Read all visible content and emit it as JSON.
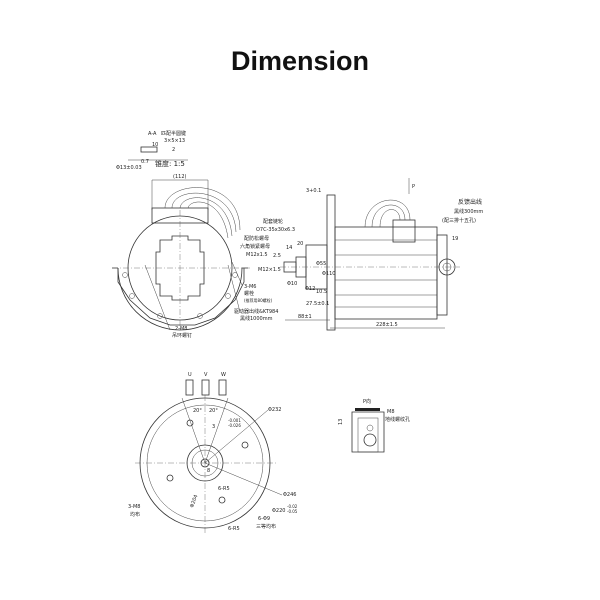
{
  "title": "Dimension",
  "front_view": {
    "section_label": "A-A",
    "key_label": "匹配半圆键",
    "key_size": "3×5×13",
    "dim_10": "10",
    "dim_2": "2",
    "dim_shaft": "Φ13±0.03",
    "dim_0_7": "0.7",
    "taper": "锥度: 1:5",
    "dim_112": "(112)",
    "hole_label": "3-M6",
    "hole_sub": "螺栓",
    "hole_note": "(推荐用80螺栓)",
    "connector": "驱动器出线&KT984",
    "cable": "黑线1000mm",
    "bolt_label": "2-M8",
    "bolt_sub": "吊环螺钉"
  },
  "side_view": {
    "sprocket": "配套链轮",
    "sprocket_spec": "O7C-35x30x6.3",
    "anti_loose": "配防松螺母",
    "nut": "六角锁紧螺母",
    "nut_spec": "M12x1.5",
    "dim_3": "3+0.1",
    "dim_14": "14",
    "dim_20": "20",
    "dim_2_5": "2.5",
    "thread": "M12×1.5",
    "dim_10": "Φ10",
    "dim_12": "Φ12",
    "dim_55": "Φ55",
    "dim_110": "Φ110",
    "dim_10_5": "10.5",
    "dim_27_5": "27.5±0.1",
    "dim_88": "88±1",
    "dim_228": "228±1.5",
    "arrow_p": "P",
    "feedback": "反馈出线",
    "feedback_cable": "黑线300mm",
    "feedback_plug": "(配三排十五孔)",
    "dim_19": "19"
  },
  "rear_view": {
    "phase_u": "U",
    "phase_v": "V",
    "phase_w": "W",
    "angle_left": "20°",
    "angle_right": "20°",
    "key_dim": "3",
    "tol_top": "-0.001",
    "tol_bot": "-0.026",
    "dim_232": "Φ232",
    "dim_246": "Φ246",
    "dim_220": "Φ220",
    "tol_220_top": "-0.02",
    "tol_220_bot": "-0.05",
    "dim_204": "Φ204",
    "r5_top": "6-R5",
    "r5_bot": "6-R5",
    "m8": "3-M8",
    "m8_sub": "均布",
    "holes": "6-Φ9",
    "holes_sub": "三等均布",
    "dim_8": "8"
  },
  "p_view": {
    "title": "P向",
    "thread": "M8",
    "thread_sub": "地线螺纹孔",
    "dim_13": "13"
  }
}
